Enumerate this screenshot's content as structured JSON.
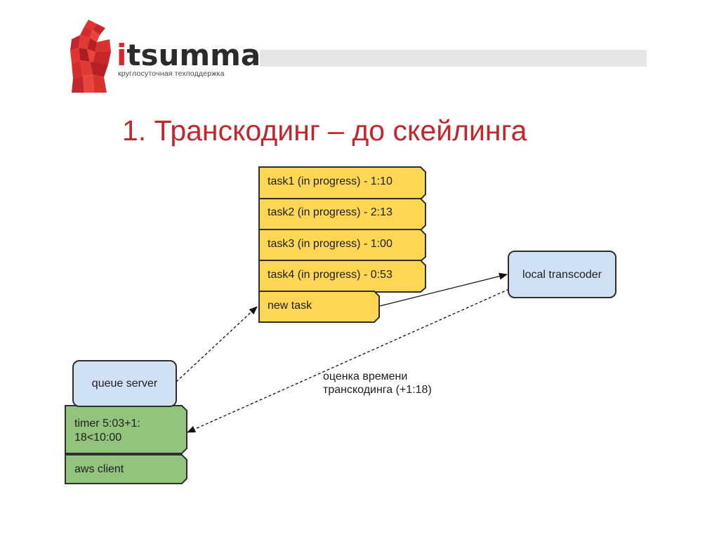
{
  "logo": {
    "brand_prefix": "i",
    "brand_rest": "tsumma",
    "tagline": "круглосуточная техподдержка",
    "mark_icon": "itsumma-robot-logo"
  },
  "slide": {
    "title": "1. Транскодинг – до скейлинга"
  },
  "diagram": {
    "tasks": [
      "task1 (in progress) - 1:10",
      "task2 (in progress) - 2:13",
      "task3 (in progress) - 1:00",
      "task4 (in progress) - 0:53"
    ],
    "new_task": "new task",
    "local_transcoder": "local transcoder",
    "queue_server": "queue server",
    "timer_line1": "timer 5:03+1:",
    "timer_line2": "18<10:00",
    "aws_client": "aws client",
    "estimate_line1": "оценка времени",
    "estimate_line2": "транскодинга (+1:18)"
  },
  "colors": {
    "brand_red": "#c1272d",
    "task_yellow": "#fdd654",
    "node_blue": "#cfe1f3",
    "client_green": "#93c47d"
  }
}
